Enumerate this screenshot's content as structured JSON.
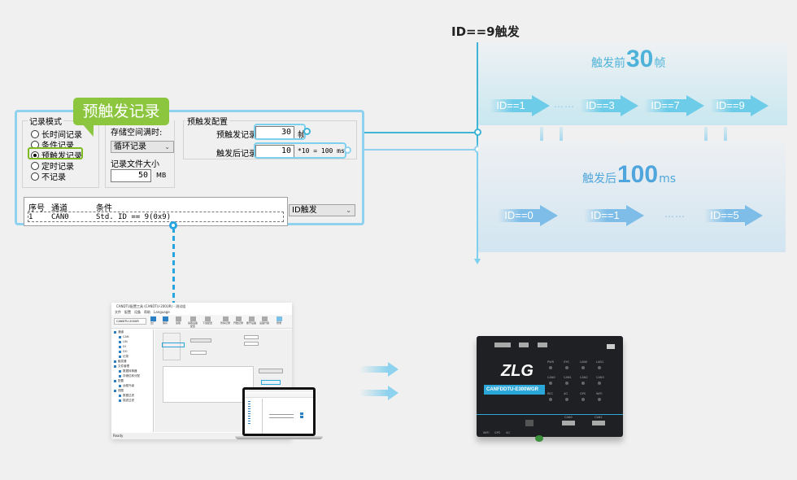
{
  "callout": {
    "label": "预触发记录"
  },
  "dialog": {
    "record_mode": {
      "title": "记录模式",
      "options": [
        {
          "label": "长时间记录",
          "selected": false
        },
        {
          "label": "条件记录",
          "selected": false
        },
        {
          "label": "预触发记录",
          "selected": true
        },
        {
          "label": "定时记录",
          "selected": false
        },
        {
          "label": "不记录",
          "selected": false
        }
      ]
    },
    "storage": {
      "full_label": "存储空间满时:",
      "full_value": "循环记录",
      "size_label": "记录文件大小",
      "size_value": "50",
      "size_unit": "MB"
    },
    "pretrigger": {
      "title": "预触发配置",
      "pre_label": "预触发记录",
      "pre_value": "30",
      "pre_unit": "帧",
      "post_label": "触发后记录",
      "post_value": "10",
      "post_unit": "*10 = 100 ms"
    },
    "table": {
      "headers": [
        "序号",
        "通道",
        "条件"
      ],
      "rows": [
        {
          "index": "1",
          "channel": "CAN0",
          "condition": "Std. ID == 9(0x9)"
        }
      ]
    },
    "trigger_type": "ID触发"
  },
  "timeline": {
    "trigger_title": "ID==9触发",
    "pre": {
      "prefix": "触发前",
      "value": "30",
      "suffix": "帧",
      "frames": [
        "ID==1",
        "ID==3",
        "ID==7",
        "ID==9"
      ],
      "ellipsis": "……"
    },
    "post": {
      "prefix": "触发后",
      "value": "100",
      "suffix": "ms",
      "frames": [
        "ID==0",
        "ID==1",
        "ID==5"
      ],
      "ellipsis": "……"
    }
  },
  "software": {
    "title": "CANDTU配置工具 (CANDTU-200UR) - 测试组",
    "menu": [
      "文件",
      "配置",
      "设备",
      "帮助",
      "Language"
    ],
    "device_select": "CANDTU-200UR",
    "toolbar": [
      "出厂",
      "保存",
      "读取",
      "读取设备配置",
      "下载配置",
      "暂停记录",
      "开始记录",
      "断开设备",
      "设备升级",
      "登录"
    ],
    "tree": [
      "通道",
      "CAN",
      "LIN",
      "DI",
      "DO",
      "记录",
      "触发器",
      "文件管理",
      "数据转换器",
      "存储位和分配",
      "配置",
      "远程升级",
      "视图",
      "数据过滤",
      "描述过滤"
    ],
    "status": "Ready"
  },
  "device": {
    "brand": "ZLG",
    "model": "CANFDDTU-E300WGR",
    "leds": [
      "PWR",
      "SYS",
      "LAN0",
      "LAN1",
      "CAN0",
      "CAN1",
      "CAN2",
      "CAN3",
      "REC",
      "4G",
      "GPS",
      "WIFI"
    ],
    "ports": [
      "CAN0",
      "CAN1",
      "WIFI",
      "GPS",
      "4G"
    ]
  }
}
